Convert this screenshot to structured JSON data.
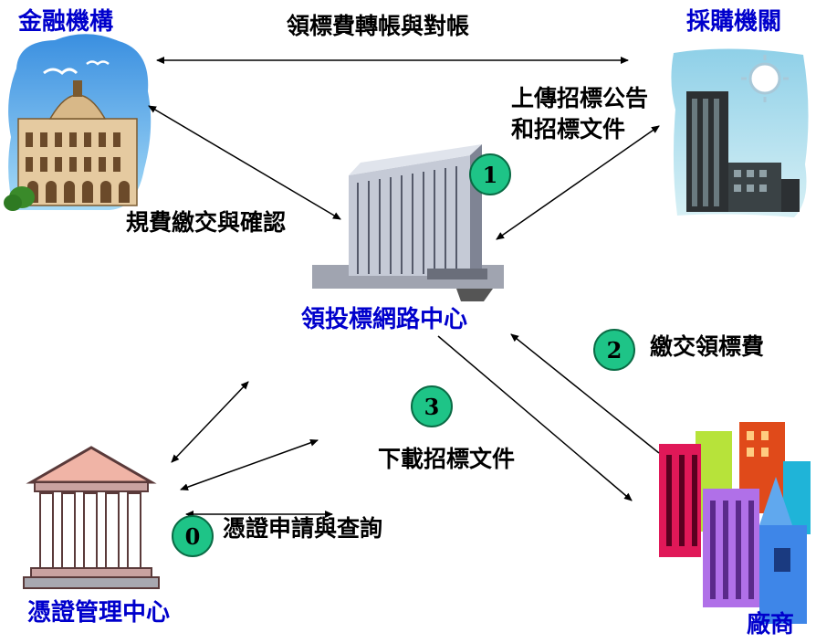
{
  "nodes": {
    "bank": "金融機構",
    "agency": "採購機關",
    "center": "領投標網路中心",
    "vendor": "廠商",
    "cert": "憑證管理中心"
  },
  "edges": {
    "bank_agency": "領標費轉帳與對帳",
    "agency_center_line1": "上傳招標公告",
    "agency_center_line2": "和招標文件",
    "bank_center": "規費繳交與確認",
    "vendor_center": "繳交領標費",
    "center_vendor": "下載招標文件",
    "cert_query": "憑證申請與查詢"
  },
  "steps": [
    "1",
    "2",
    "3",
    "0"
  ],
  "colors": {
    "node_label": "#0000cc",
    "badge_fill": "#1ec487",
    "arrow": "#000000"
  }
}
